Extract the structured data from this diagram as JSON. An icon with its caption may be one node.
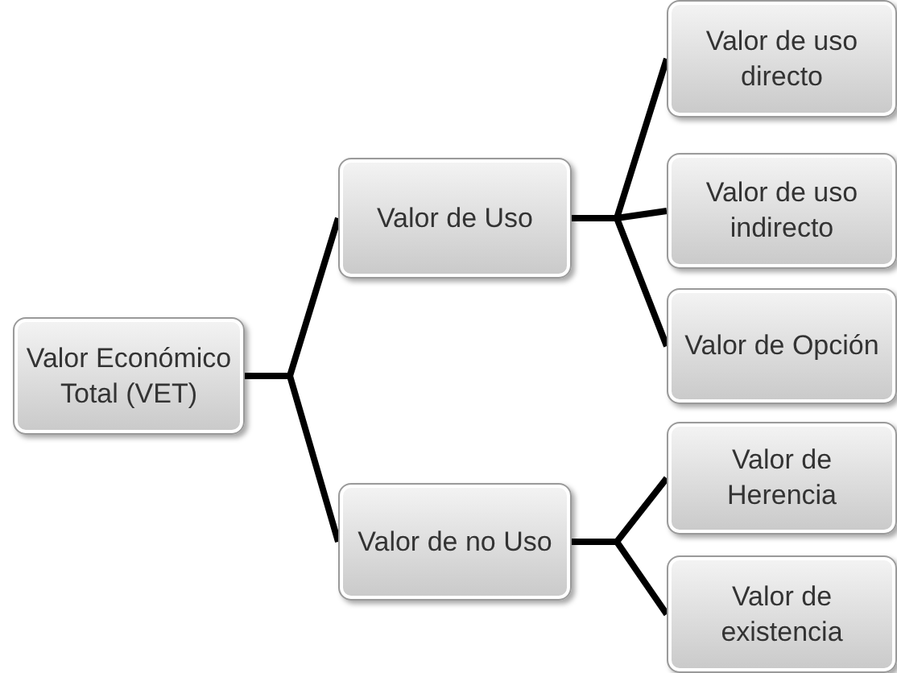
{
  "diagram": {
    "nodes": [
      {
        "text": [
          "Valor Económico Total (VET)"
        ]
      },
      {
        "text": [
          "Valor de Uso"
        ]
      },
      {
        "text": [
          "Valor de no Uso"
        ]
      },
      {
        "text": [
          "Valor de uso directo"
        ]
      },
      {
        "text": [
          "Valor de uso indirecto"
        ]
      },
      {
        "text": [
          "Valor de Opción"
        ]
      },
      {
        "text": [
          "Valor de Herencia"
        ]
      },
      {
        "text": [
          "Valor de existencia"
        ]
      }
    ],
    "edges": [
      {
        "from": 0,
        "to": 1,
        "arrow": "none"
      },
      {
        "from": 0,
        "to": 2,
        "arrow": "none"
      },
      {
        "from": 1,
        "to": 3,
        "arrow": "none"
      },
      {
        "from": 1,
        "to": 4,
        "arrow": "none"
      },
      {
        "from": 1,
        "to": 5,
        "arrow": "none"
      },
      {
        "from": 2,
        "to": 6,
        "arrow": "none"
      },
      {
        "from": 2,
        "to": 7,
        "arrow": "none"
      }
    ]
  }
}
